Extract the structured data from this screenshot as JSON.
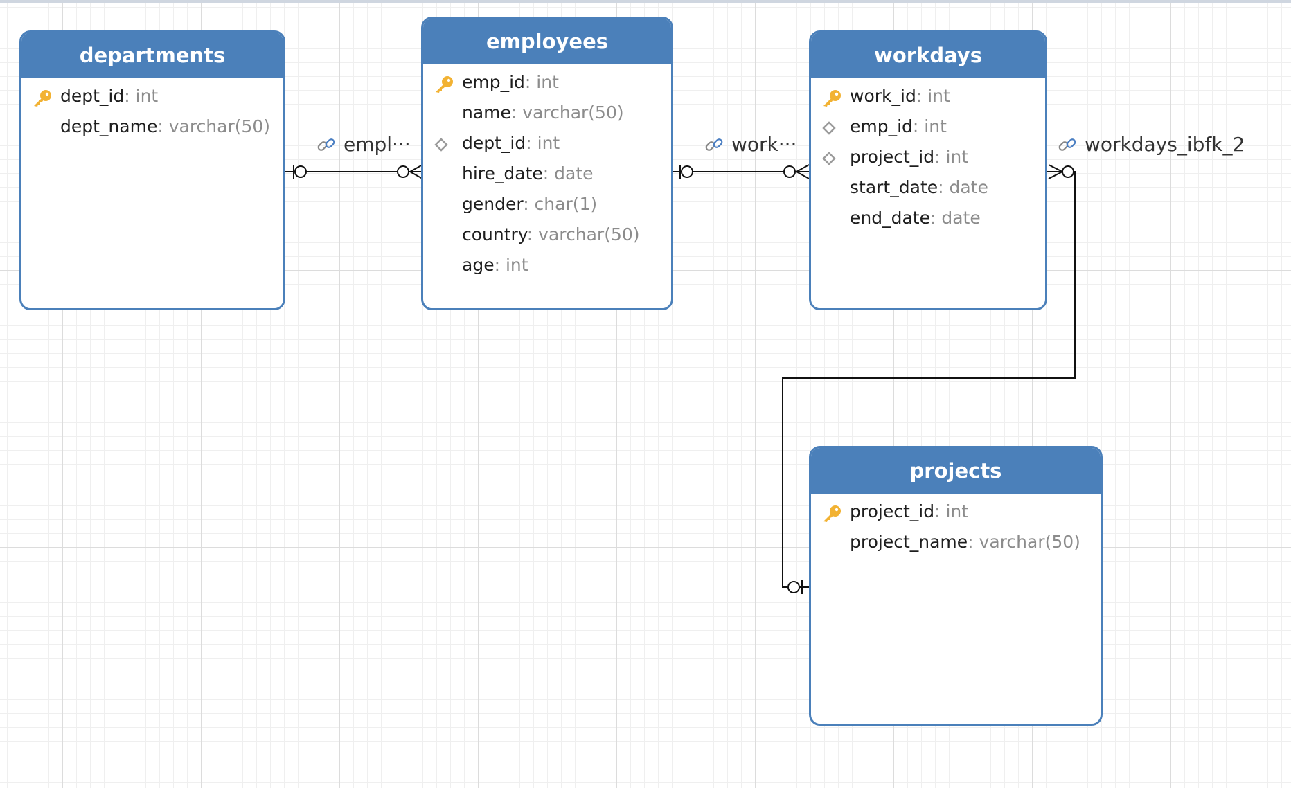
{
  "entities": {
    "departments": {
      "title": "departments",
      "columns": [
        {
          "name": "dept_id",
          "type": ": int",
          "icon": "key-icon"
        },
        {
          "name": "dept_name",
          "type": ": varchar(50)",
          "icon": ""
        }
      ]
    },
    "employees": {
      "title": "employees",
      "columns": [
        {
          "name": "emp_id",
          "type": ": int",
          "icon": "key-icon"
        },
        {
          "name": "name",
          "type": ": varchar(50)",
          "icon": ""
        },
        {
          "name": "dept_id",
          "type": ": int",
          "icon": "foreign-key-diamond-icon"
        },
        {
          "name": "hire_date",
          "type": ": date",
          "icon": ""
        },
        {
          "name": "gender",
          "type": ": char(1)",
          "icon": ""
        },
        {
          "name": "country",
          "type": ": varchar(50)",
          "icon": ""
        },
        {
          "name": "age",
          "type": ": int",
          "icon": ""
        }
      ]
    },
    "workdays": {
      "title": "workdays",
      "columns": [
        {
          "name": "work_id",
          "type": ": int",
          "icon": "key-icon"
        },
        {
          "name": "emp_id",
          "type": ": int",
          "icon": "foreign-key-diamond-icon"
        },
        {
          "name": "project_id",
          "type": ": int",
          "icon": "foreign-key-diamond-icon"
        },
        {
          "name": "start_date",
          "type": ": date",
          "icon": ""
        },
        {
          "name": "end_date",
          "type": ": date",
          "icon": ""
        }
      ]
    },
    "projects": {
      "title": "projects",
      "columns": [
        {
          "name": "project_id",
          "type": ": int",
          "icon": "key-icon"
        },
        {
          "name": "project_name",
          "type": ": varchar(50)",
          "icon": ""
        }
      ]
    }
  },
  "relationships": [
    {
      "label": "empl···",
      "icon": "link-icon",
      "from": "departments",
      "to": "employees",
      "from_end": "one",
      "to_end": "many"
    },
    {
      "label": "work···",
      "icon": "link-icon",
      "from": "employees",
      "to": "workdays",
      "from_end": "one",
      "to_end": "many"
    },
    {
      "label": "workdays_ibfk_2",
      "icon": "link-icon",
      "from": "workdays",
      "to": "projects",
      "from_end": "many",
      "to_end": "one"
    }
  ],
  "colors": {
    "header": "#4b80ba",
    "type_text": "#8c8c8c",
    "key": "#f2b233",
    "diamond": "#9a9a9a",
    "line": "#111111"
  }
}
